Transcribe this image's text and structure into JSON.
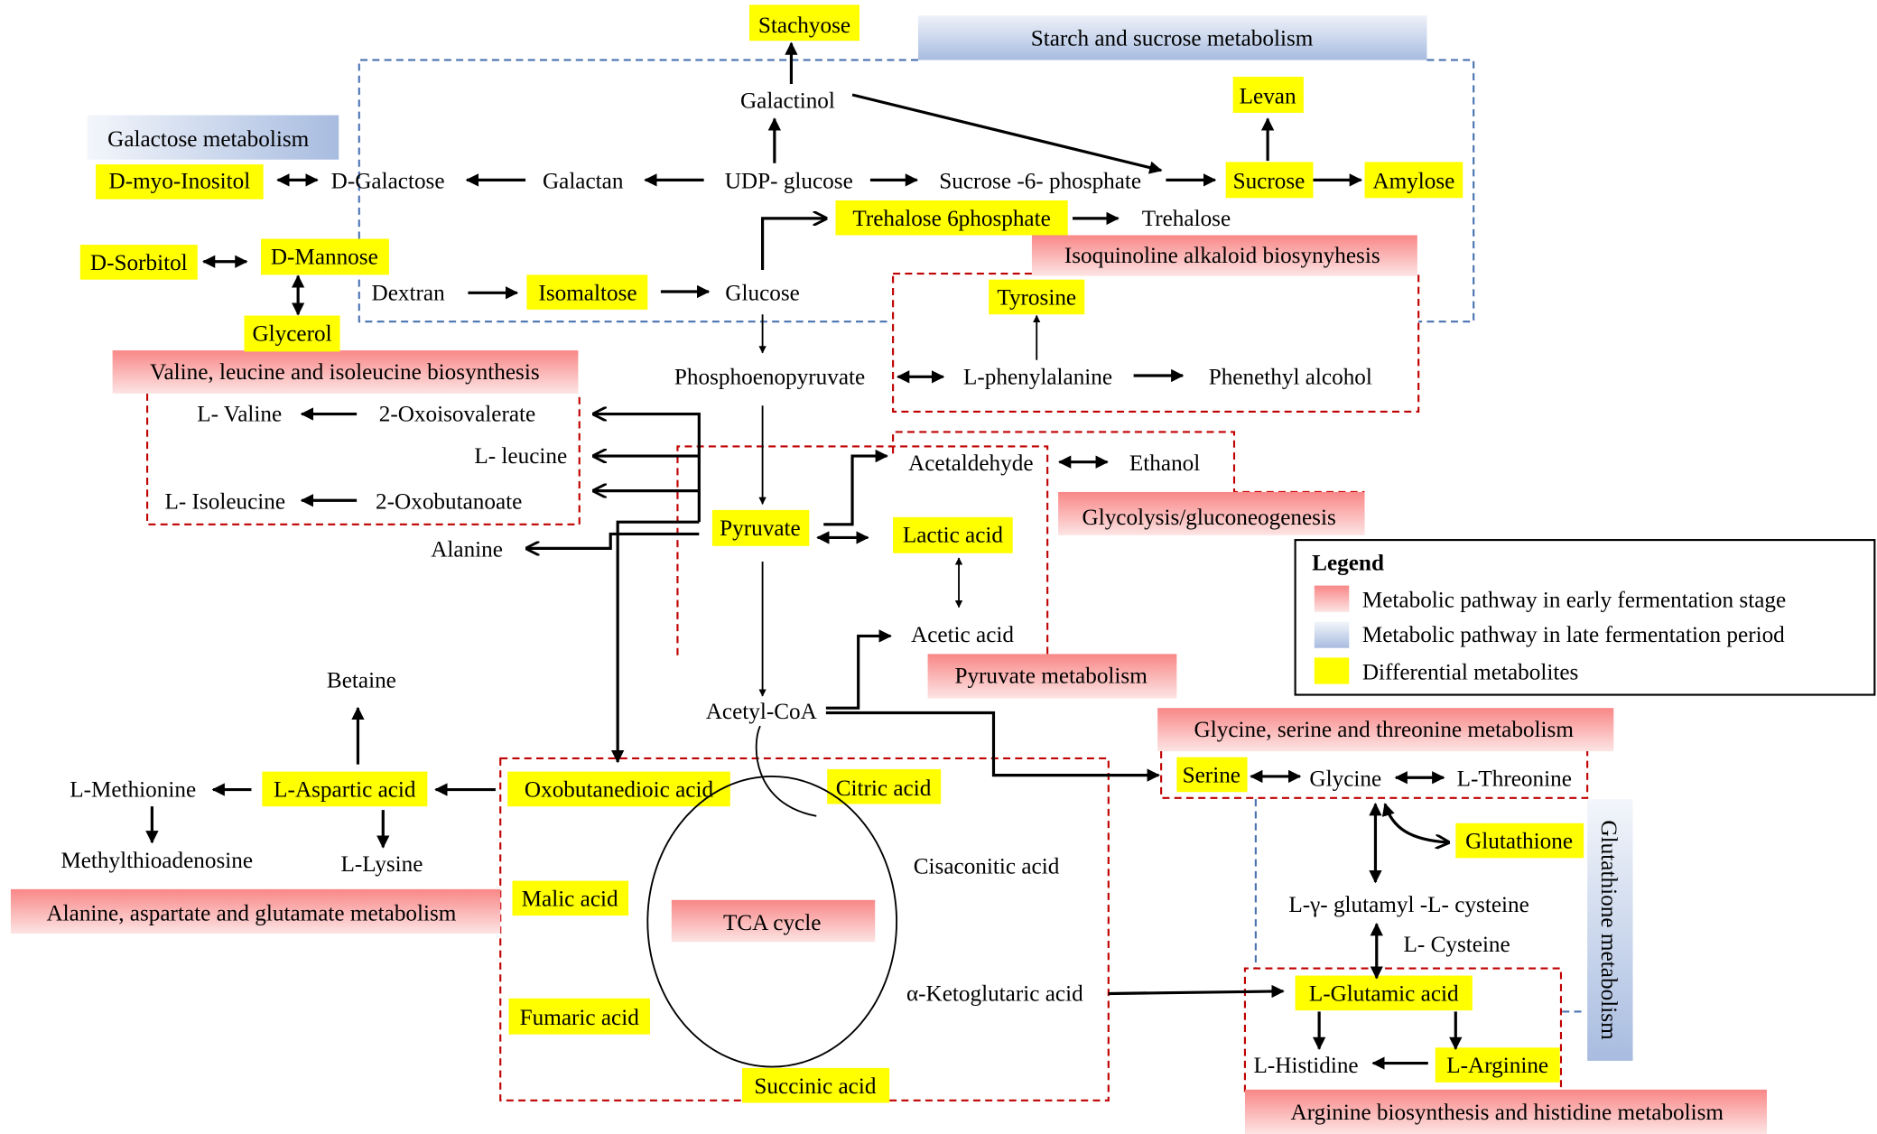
{
  "colors": {
    "highlight": "#ffff00",
    "early_pathway_top": "#f98787",
    "early_pathway_bottom": "#fde4e4",
    "late_pathway_top": "#f3f6fb",
    "late_pathway_bottom": "#a8bce0",
    "early_box_border": "#c00000",
    "late_box_border": "#4a72b0"
  },
  "pathways": {
    "starch_sucrose": "Starch and sucrose metabolism",
    "galactose": "Galactose metabolism",
    "isoquinoline": "Isoquinoline alkaloid biosynyhesis",
    "valine": "Valine, leucine and isoleucine biosynthesis",
    "glycolysis": "Glycolysis/gluconeogenesis",
    "pyruvate": "Pyruvate metabolism",
    "glycine": "Glycine, serine and threonine metabolism",
    "alanine": "Alanine, aspartate and glutamate metabolism",
    "tca": "TCA cycle",
    "glutathione": "Glutathione metabolism",
    "arginine": "Arginine biosynthesis and histidine metabolism"
  },
  "metabolites": {
    "stachyose": "Stachyose",
    "galactinol": "Galactinol",
    "levan": "Levan",
    "d_myo_inositol": "D-myo-Inositol",
    "d_galactose": "D-Galactose",
    "galactan": "Galactan",
    "udp_glucose": "UDP- glucose",
    "sucrose_6_phosphate": "Sucrose -6- phosphate",
    "sucrose": "Sucrose",
    "amylose": "Amylose",
    "trehalose_6_phosphate": "Trehalose 6phosphate",
    "trehalose": "Trehalose",
    "d_sorbitol": "D-Sorbitol",
    "d_mannose": "D-Mannose",
    "dextran": "Dextran",
    "isomaltose": "Isomaltose",
    "glucose": "Glucose",
    "glycerol": "Glycerol",
    "tyrosine": "Tyrosine",
    "phosphoenopyruvate": "Phosphoenopyruvate",
    "l_phenylalanine": "L-phenylalanine",
    "phenethyl_alcohol": "Phenethyl alcohol",
    "l_valine": "L- Valine",
    "oxoisovalerate": "2-Oxoisovalerate",
    "l_leucine": "L- leucine",
    "l_isoleucine": "L- Isoleucine",
    "oxobutanoate": "2-Oxobutanoate",
    "alanine": "Alanine",
    "acetaldehyde": "Acetaldehyde",
    "ethanol": "Ethanol",
    "pyruvate": "Pyruvate",
    "lactic_acid": "Lactic acid",
    "acetic_acid": "Acetic acid",
    "acetyl_coa": "Acetyl-CoA",
    "betaine": "Betaine",
    "l_methionine": "L-Methionine",
    "l_aspartic_acid": "L-Aspartic acid",
    "methylthioadenosine": "Methylthioadenosine",
    "l_lysine": "L-Lysine",
    "oxobutanedioic_acid": "Oxobutanedioic acid",
    "citric_acid": "Citric acid",
    "cisaconitic_acid": "Cisaconitic acid",
    "malic_acid": "Malic acid",
    "fumaric_acid": "Fumaric acid",
    "ketoglutaric_acid": "α-Ketoglutaric acid",
    "succinic_acid": "Succinic acid",
    "serine": "Serine",
    "glycine": "Glycine",
    "l_threonine": "L-Threonine",
    "glutathione": "Glutathione",
    "l_gamma_glutamyl_l_cysteine": "L-γ- glutamyl -L- cysteine",
    "l_cysteine": "L- Cysteine",
    "l_glutamic_acid": "L-Glutamic acid",
    "l_histidine": "L-Histidine",
    "l_arginine": "L-Arginine"
  },
  "legend": {
    "title": "Legend",
    "items": [
      {
        "label": "Metabolic pathway in early fermentation stage",
        "swatch": "early"
      },
      {
        "label": "Metabolic pathway in late fermentation period",
        "swatch": "late"
      },
      {
        "label": "Differential metabolites",
        "swatch": "highlight"
      }
    ]
  }
}
